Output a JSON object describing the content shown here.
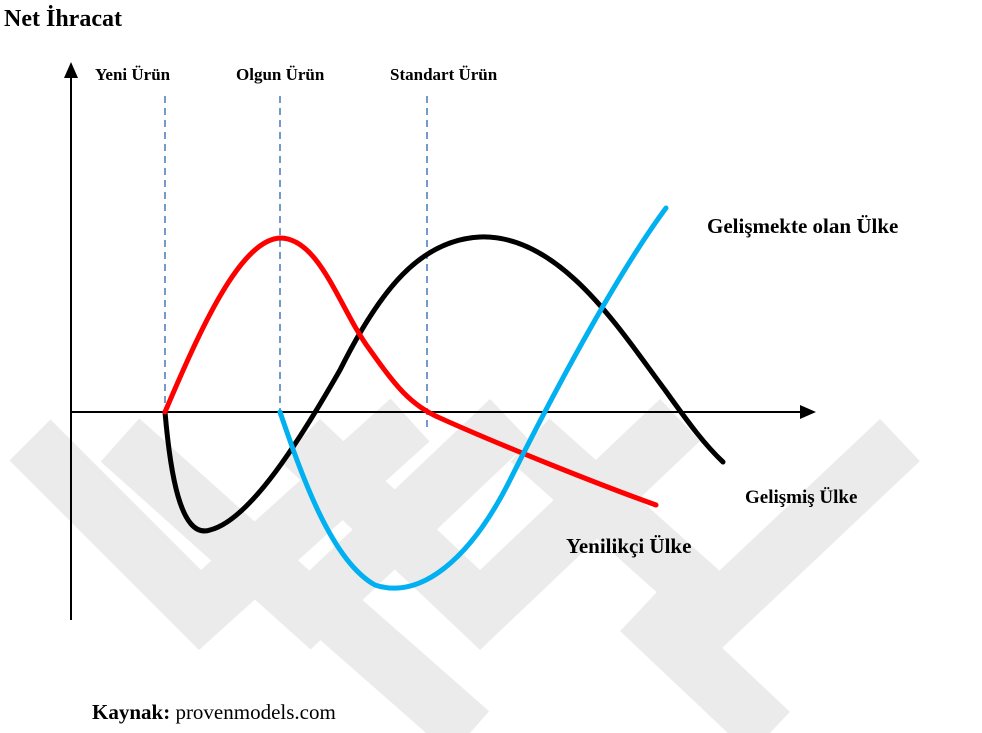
{
  "title": "Net İhracat",
  "phases": [
    "Yeni Ürün",
    "Olgun Ürün",
    "Standart Ürün"
  ],
  "countries": {
    "developing": "Gelişmekte olan Ülke",
    "developed": "Gelişmiş Ülke",
    "innovator": "Yenilikçi Ülke"
  },
  "colors": {
    "innovator": "#ff0000",
    "developed": "#000000",
    "developing": "#00b0f0",
    "phase_divider": "#4f81bd"
  },
  "source": {
    "label": "Kaynak:",
    "text": "provenmodels.com"
  }
}
